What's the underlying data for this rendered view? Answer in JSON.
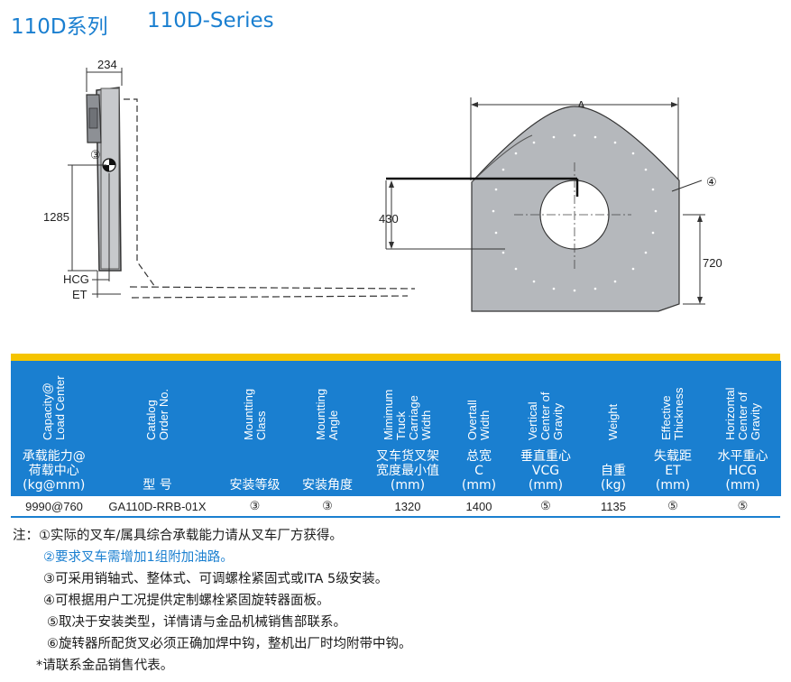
{
  "title": {
    "cn": "110D系列",
    "en": "110D-Series"
  },
  "drawing": {
    "side": {
      "dim_width": "234",
      "dim_height": "1285",
      "label_hcg": "HCG",
      "label_et": "ET",
      "ref_class": "③"
    },
    "front": {
      "dim_a": "A",
      "dim_430": "430",
      "dim_720": "720",
      "ref_plate": "④"
    }
  },
  "table": {
    "headers": [
      {
        "en": "Capacity@\nLoad Center",
        "cn": "承载能力@\n荷载中心\n(kg@mm)"
      },
      {
        "en": "Catalog\nOrder No.",
        "cn": "型 号"
      },
      {
        "en": "Mountting\nClass",
        "cn": "安装等级"
      },
      {
        "en": "Mountting\nAngle",
        "cn": "安装角度"
      },
      {
        "en": "Mimimum\nTruck\nCarriage\nWidth",
        "cn": "叉车货叉架\n宽度最小值\n(mm)"
      },
      {
        "en": "Overtall\nWidth",
        "cn": "总宽\nC\n(mm)"
      },
      {
        "en": "Vertical\nCenter of\nGravity",
        "cn": "垂直重心\nVCG\n(mm)"
      },
      {
        "en": "Weight",
        "cn": "自重\n(kg)"
      },
      {
        "en": "Effective\nThickness",
        "cn": "失载距\nET\n(mm)"
      },
      {
        "en": "Horizontal\nCenter of\nGravity",
        "cn": "水平重心\nHCG\n(mm)"
      }
    ],
    "rows": [
      [
        "9990@760",
        "GA110D-RRB-01X",
        "③",
        "③",
        "1320",
        "1400",
        "⑤",
        "1135",
        "⑤",
        "⑤"
      ]
    ]
  },
  "notes": [
    "注：①实际的叉车/属具综合承载能力请从叉车厂方获得。",
    "②要求叉车需增加1组附加油路。",
    "③可采用销轴式、整体式、可调螺栓紧固式或ITA 5级安装。",
    "④可根据用户工况提供定制螺栓紧固旋转器面板。",
    "⑤取决于安装类型，详情请与金品机械销售部联系。",
    "⑥旋转器所配货叉必须正确加焊中钩，整机出厂时均附带中钩。",
    "*请联系金品销售代表。"
  ],
  "colors": {
    "brand_blue": "#1a7fd0",
    "accent_yellow": "#f5c400",
    "plate_gray": "#b5b8bc"
  }
}
